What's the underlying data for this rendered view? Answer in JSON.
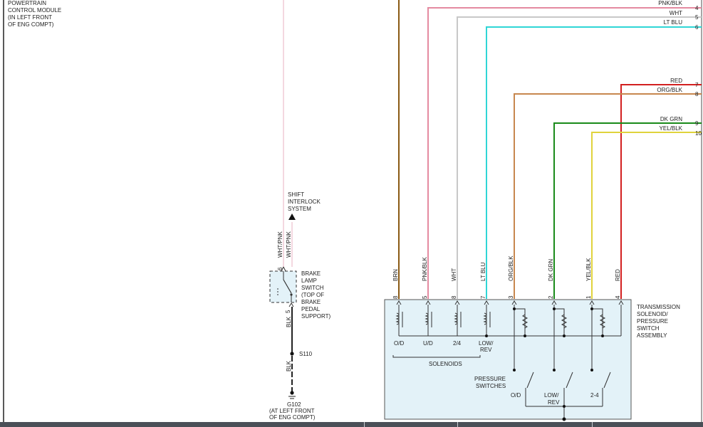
{
  "pcm": {
    "lines": [
      "POWERTRAIN",
      "CONTROL MODULE",
      "(IN LEFT FRONT",
      "OF ENG COMPT)"
    ]
  },
  "connector_right": [
    {
      "wire": "PNK/BLK",
      "pin": "4",
      "color": "#e48aa0"
    },
    {
      "wire": "WHT",
      "pin": "5",
      "color": "#c8c8c8"
    },
    {
      "wire": "LT BLU",
      "pin": "6",
      "color": "#2fd6d6"
    },
    {
      "wire": "RED",
      "pin": "7",
      "color": "#d21f1f"
    },
    {
      "wire": "ORG/BLK",
      "pin": "8",
      "color": "#c7874e"
    },
    {
      "wire": "DK GRN",
      "pin": "9",
      "color": "#1a8a1a"
    },
    {
      "wire": "YEL/BLK",
      "pin": "10",
      "color": "#e0d33c"
    }
  ],
  "shift_interlock": {
    "lines": [
      "SHIFT",
      "INTERLOCK",
      "SYSTEM"
    ]
  },
  "brake_switch": {
    "wire_top_a": "WHT/PNK",
    "wire_top_b": "WHT/PNK",
    "pin_top": "6",
    "pin_bottom": "5",
    "lines": [
      "BRAKE",
      "LAMP",
      "SWITCH",
      "(TOP OF",
      "BRAKE",
      "PEDAL",
      "SUPPORT)"
    ],
    "wire_bottom": "BLK"
  },
  "splice": {
    "label": "S110",
    "wire": "BLK"
  },
  "ground": {
    "label": "G102",
    "lines": [
      "(AT LEFT FRONT",
      "OF ENG COMPT)"
    ]
  },
  "assembly": {
    "lines": [
      "TRANSMISSION",
      "SOLENOID/",
      "PRESSURE",
      "SWITCH",
      "ASSEMBLY"
    ],
    "pins": [
      {
        "wire": "BRN",
        "pin": "8",
        "color": "#8a5a14"
      },
      {
        "wire": "PNK/BLK",
        "pin": "5",
        "color": "#e48aa0"
      },
      {
        "wire": "WHT",
        "pin": "8",
        "color": "#c8c8c8"
      },
      {
        "wire": "LT BLU",
        "pin": "7",
        "color": "#2fd6d6"
      },
      {
        "wire": "ORG/BLK",
        "pin": "3",
        "color": "#c7874e"
      },
      {
        "wire": "DK GRN",
        "pin": "2",
        "color": "#1a8a1a"
      },
      {
        "wire": "YEL/BLK",
        "pin": "1",
        "color": "#e0d33c"
      },
      {
        "wire": "RED",
        "pin": "4",
        "color": "#d21f1f"
      }
    ],
    "solenoids": [
      "O/D",
      "U/D",
      "2/4",
      "LOW/",
      "REV"
    ],
    "solenoids_label": "SOLENOIDS",
    "pressure_label": [
      "PRESSURE",
      "SWITCHES"
    ],
    "switches": [
      "O/D",
      "LOW/",
      "REV",
      "2-4"
    ],
    "fill": "#e3f2f8"
  }
}
